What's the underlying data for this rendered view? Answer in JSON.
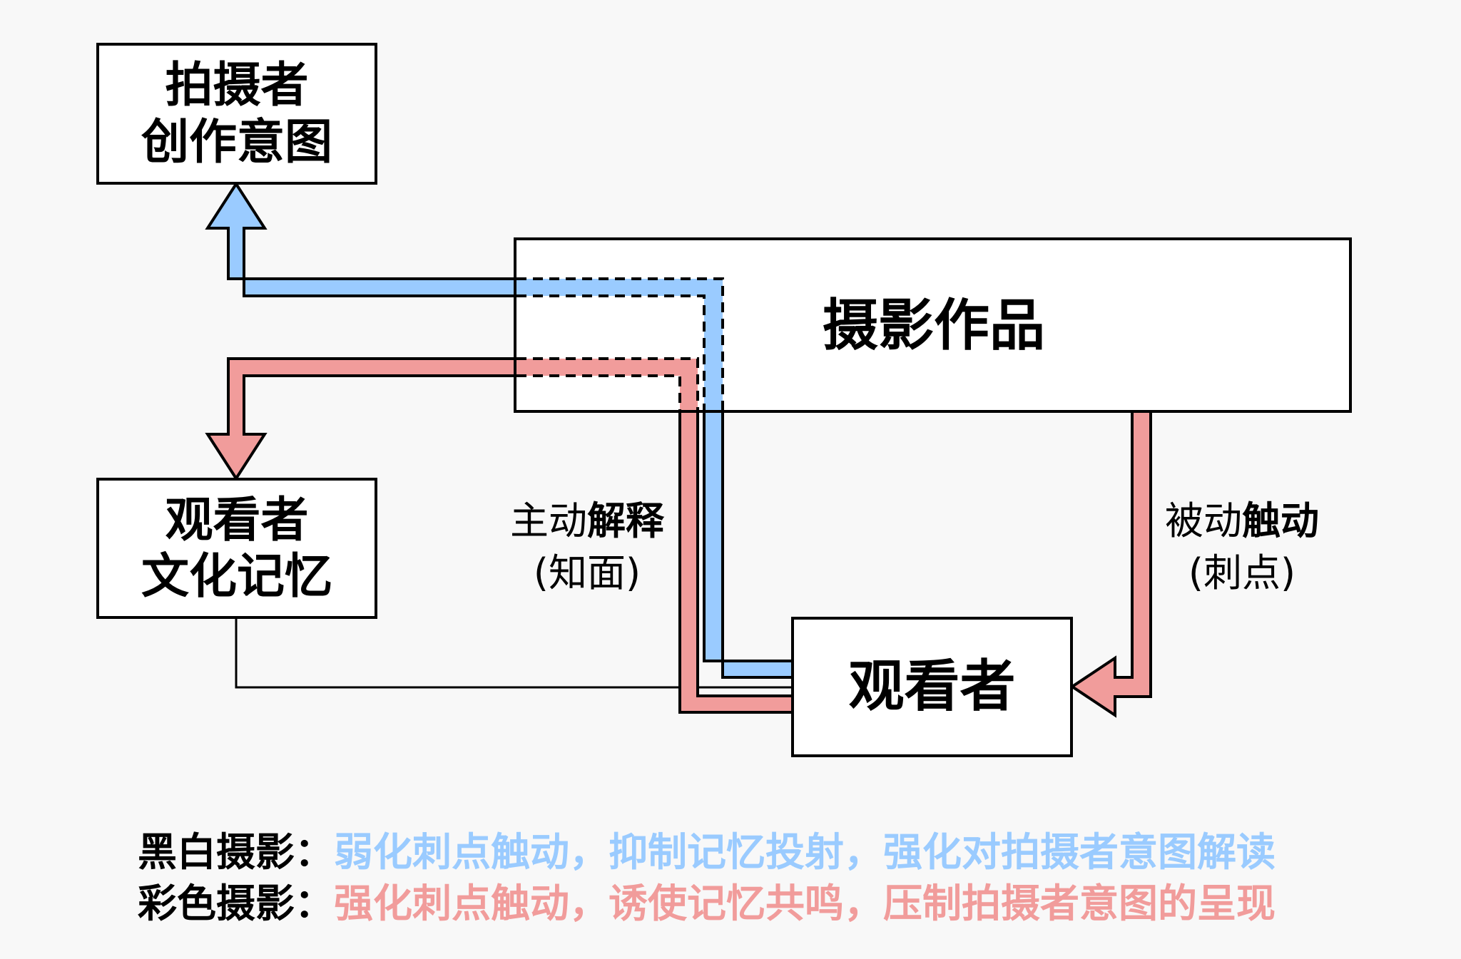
{
  "colors": {
    "black_white": "#9ACBFF",
    "color": "#F19C9B",
    "background": "#F8F8F8",
    "box_fill": "#FFFFFF",
    "stroke": "#000000"
  },
  "nodes": {
    "photographer": {
      "line1": "拍摄者",
      "line2": "创作意图"
    },
    "work": {
      "label": "摄影作品"
    },
    "memory": {
      "line1": "观看者",
      "line2": "文化记忆"
    },
    "viewer": {
      "label": "观看者"
    }
  },
  "edges": {
    "active": {
      "regular": "主动",
      "bold": "解释",
      "sub": "(知面)"
    },
    "passive": {
      "regular": "被动",
      "bold": "触动",
      "sub": "(刺点)"
    }
  },
  "legend": [
    {
      "lead": "黑白摄影：",
      "text": "弱化刺点触动，抑制记忆投射，强化对拍摄者意图解读",
      "color_key": "black_white"
    },
    {
      "lead": "彩色摄影：",
      "text": "强化刺点触动，诱使记忆共鸣，压制拍摄者意图的呈现",
      "color_key": "color"
    }
  ]
}
